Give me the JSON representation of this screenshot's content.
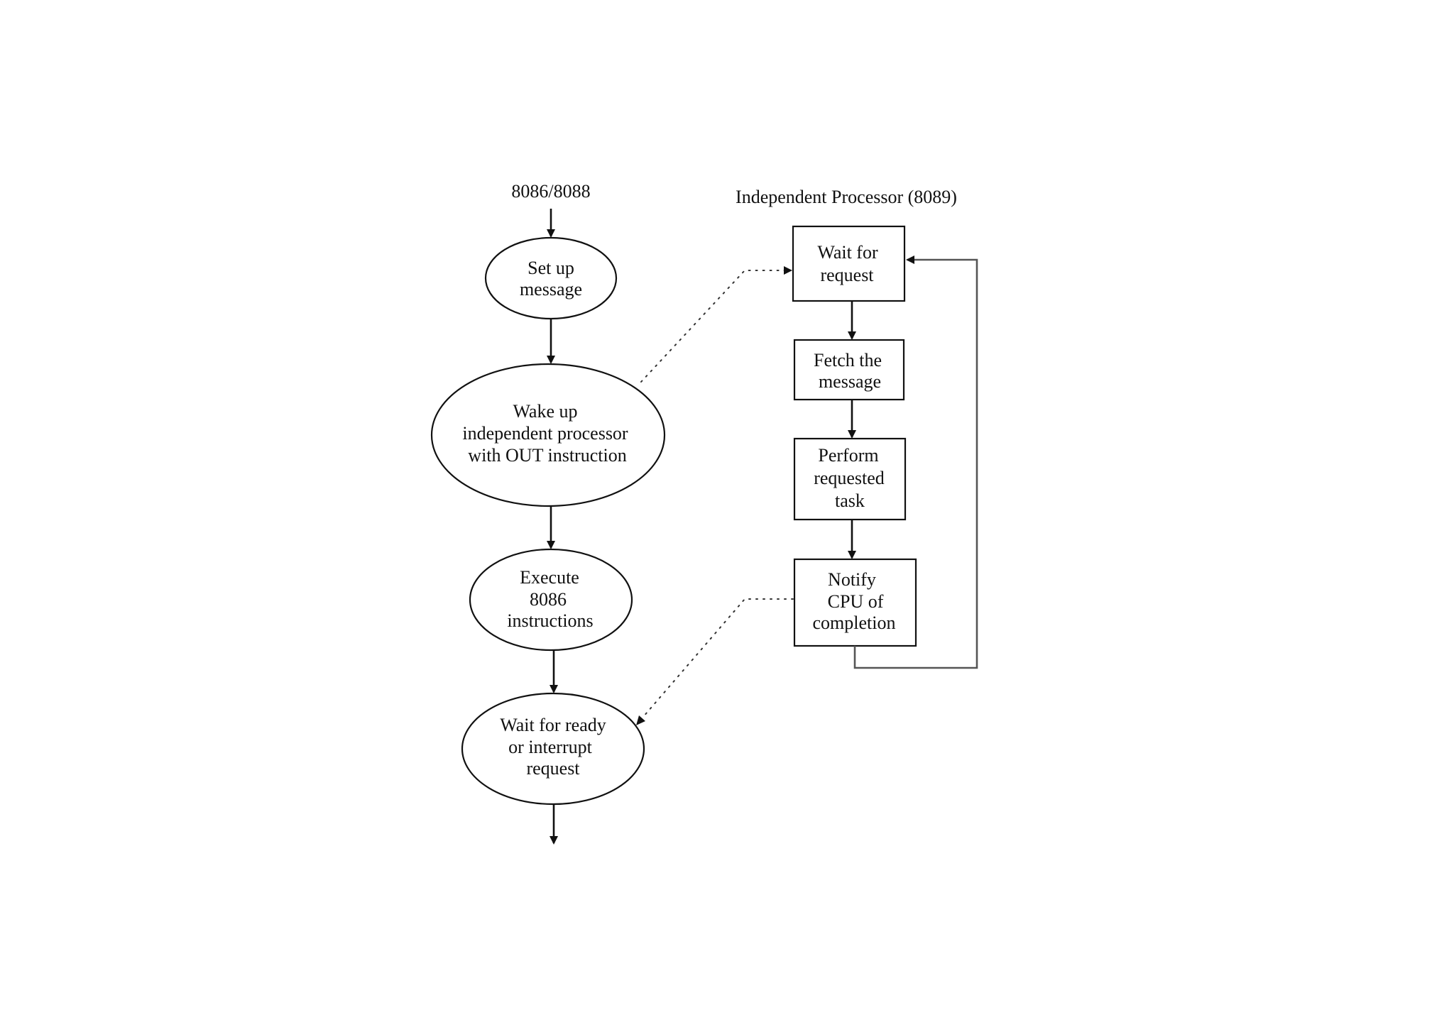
{
  "headers": {
    "cpu": "8086/8088",
    "iop": "Independent Processor  (8089)"
  },
  "cpu_steps": [
    {
      "id": "setup",
      "lines": [
        "Set up",
        "message"
      ]
    },
    {
      "id": "wake",
      "lines": [
        "Wake up",
        "independent processor",
        "with OUT instruction"
      ]
    },
    {
      "id": "execute",
      "lines": [
        "Execute",
        "8086",
        "instructions"
      ]
    },
    {
      "id": "wait-ready",
      "lines": [
        "Wait for ready",
        "or interrupt",
        "request"
      ]
    }
  ],
  "iop_steps": [
    {
      "id": "wait-request",
      "lines": [
        "Wait for",
        "request"
      ]
    },
    {
      "id": "fetch",
      "lines": [
        "Fetch the",
        "message"
      ]
    },
    {
      "id": "perform",
      "lines": [
        "Perform",
        "requested",
        "task"
      ]
    },
    {
      "id": "notify",
      "lines": [
        "Notify",
        "CPU of",
        "completion"
      ]
    }
  ]
}
